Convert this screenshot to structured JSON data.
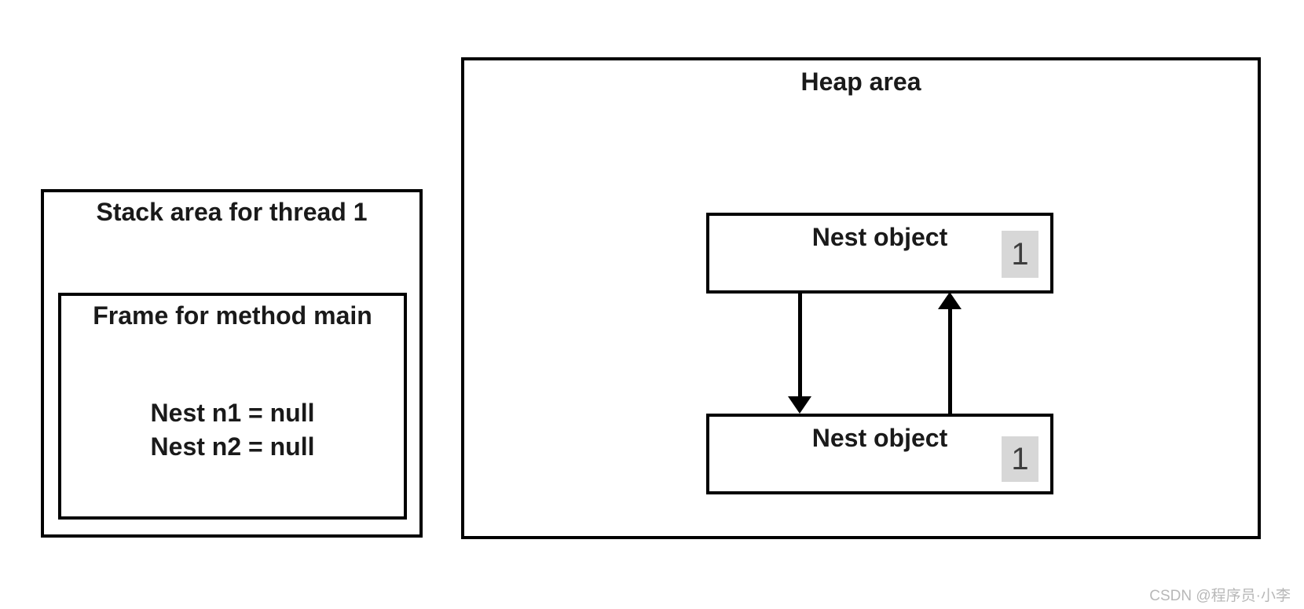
{
  "diagram": {
    "stack": {
      "title": "Stack area for thread 1",
      "frame": {
        "title": "Frame for method main",
        "vars": [
          "Nest n1 = null",
          "Nest n2 = null"
        ]
      }
    },
    "heap": {
      "title": "Heap area",
      "objects": [
        {
          "label": "Nest object",
          "count": "1"
        },
        {
          "label": "Nest object",
          "count": "1"
        }
      ],
      "arrows": [
        {
          "name": "reference-from-object1-to-object2",
          "direction": "down"
        },
        {
          "name": "reference-from-object2-to-object1",
          "direction": "up"
        }
      ]
    },
    "colors": {
      "border": "#000000",
      "text": "#1a1a1a",
      "badge_background": "#d7d7d7",
      "badge_text": "#3d3d3d",
      "watermark": "#b8b8b8",
      "background": "#ffffff"
    }
  },
  "watermark": "CSDN @程序员·小李"
}
